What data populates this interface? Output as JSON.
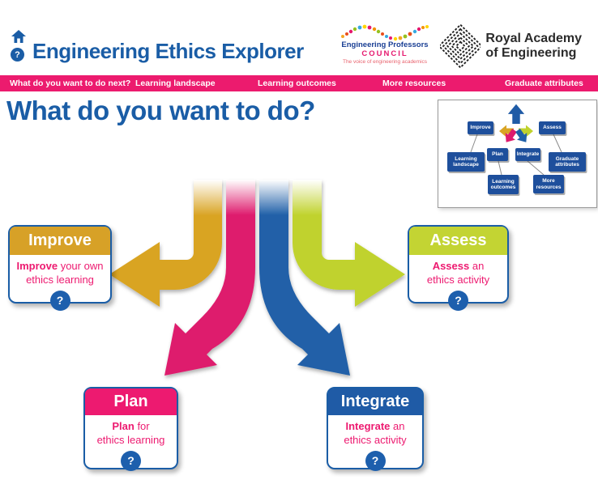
{
  "header": {
    "title": "Engineering Ethics Explorer"
  },
  "logos": {
    "epc": {
      "name": "Engineering Professors",
      "council": "COUNCIL",
      "tagline": "The voice of engineering academics"
    },
    "raeng": {
      "line1": "Royal Academy",
      "line2": "of Engineering"
    }
  },
  "nav": {
    "items": [
      "What do you want to do next?",
      "Learning landscape",
      "Learning outcomes",
      "More resources",
      "Graduate attributes"
    ]
  },
  "main": {
    "heading": "What do you want to do?"
  },
  "cards": [
    {
      "title": "Improve",
      "line1_bold": "Improve",
      "line1_rest": " your own",
      "line2": "ethics learning"
    },
    {
      "title": "Assess",
      "line1_bold": "Assess",
      "line1_rest": " an",
      "line2": "ethics activity"
    },
    {
      "title": "Plan",
      "line1_bold": "Plan",
      "line1_rest": " for",
      "line2": "ethics learning"
    },
    {
      "title": "Integrate",
      "line1_bold": "Integrate",
      "line1_rest": " an",
      "line2": "ethics activity"
    }
  ],
  "minimap": {
    "boxes": [
      "Improve",
      "Assess",
      "Plan",
      "Integrate",
      "Learning landscape",
      "Graduate attributes",
      "Learning outcomes",
      "More resources"
    ]
  },
  "ui": {
    "help_glyph": "?"
  },
  "colors": {
    "brand_blue": "#1A5DA6",
    "nav_pink": "#EC1B6E",
    "improve": "#D7A127",
    "assess": "#C3D433",
    "plan": "#ED1A70",
    "integrate": "#1F5BA6",
    "arrow_gold": "#D9A424",
    "arrow_pink": "#DE1B6D",
    "arrow_blue": "#2060A8",
    "arrow_green": "#C0D22D",
    "minimap_box_blue": "#1E4F9C",
    "help_circle_blue": "#1D5FAD",
    "epc_blue": "#1A3F94",
    "epc_pink": "#E6186E",
    "raeng_black": "#2B2B2B"
  }
}
